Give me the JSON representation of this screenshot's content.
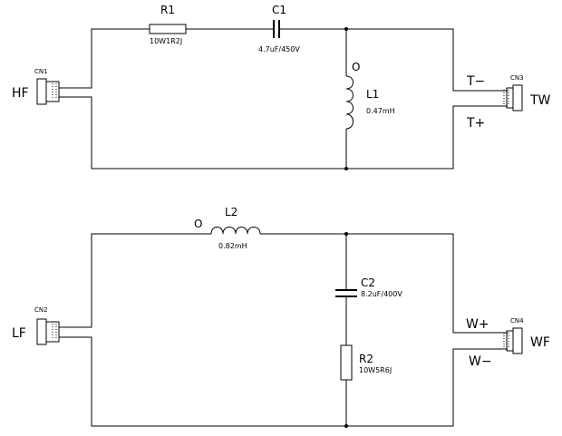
{
  "top_circuit": {
    "input_connector": {
      "ref": "CN1",
      "label": "HF"
    },
    "resistor": {
      "ref": "R1",
      "value": "10W1R2J"
    },
    "capacitor": {
      "ref": "C1",
      "value": "4.7uF/450V"
    },
    "inductor": {
      "ref": "L1",
      "value": "0.47mH",
      "polarity_mark": "O"
    },
    "output_connector": {
      "ref": "CN3",
      "label": "TW",
      "minus_label": "T−",
      "plus_label": "T+"
    }
  },
  "bottom_circuit": {
    "input_connector": {
      "ref": "CN2",
      "label": "LF"
    },
    "inductor": {
      "ref": "L2",
      "value": "0.82mH",
      "polarity_mark": "O"
    },
    "capacitor": {
      "ref": "C2",
      "value": "8.2uF/400V"
    },
    "resistor": {
      "ref": "R2",
      "value": "10W5R6J"
    },
    "output_connector": {
      "ref": "CN4",
      "label": "WF",
      "plus_label": "W+",
      "minus_label": "W−"
    }
  },
  "colors": {
    "line": "#000000",
    "background": "#ffffff"
  }
}
